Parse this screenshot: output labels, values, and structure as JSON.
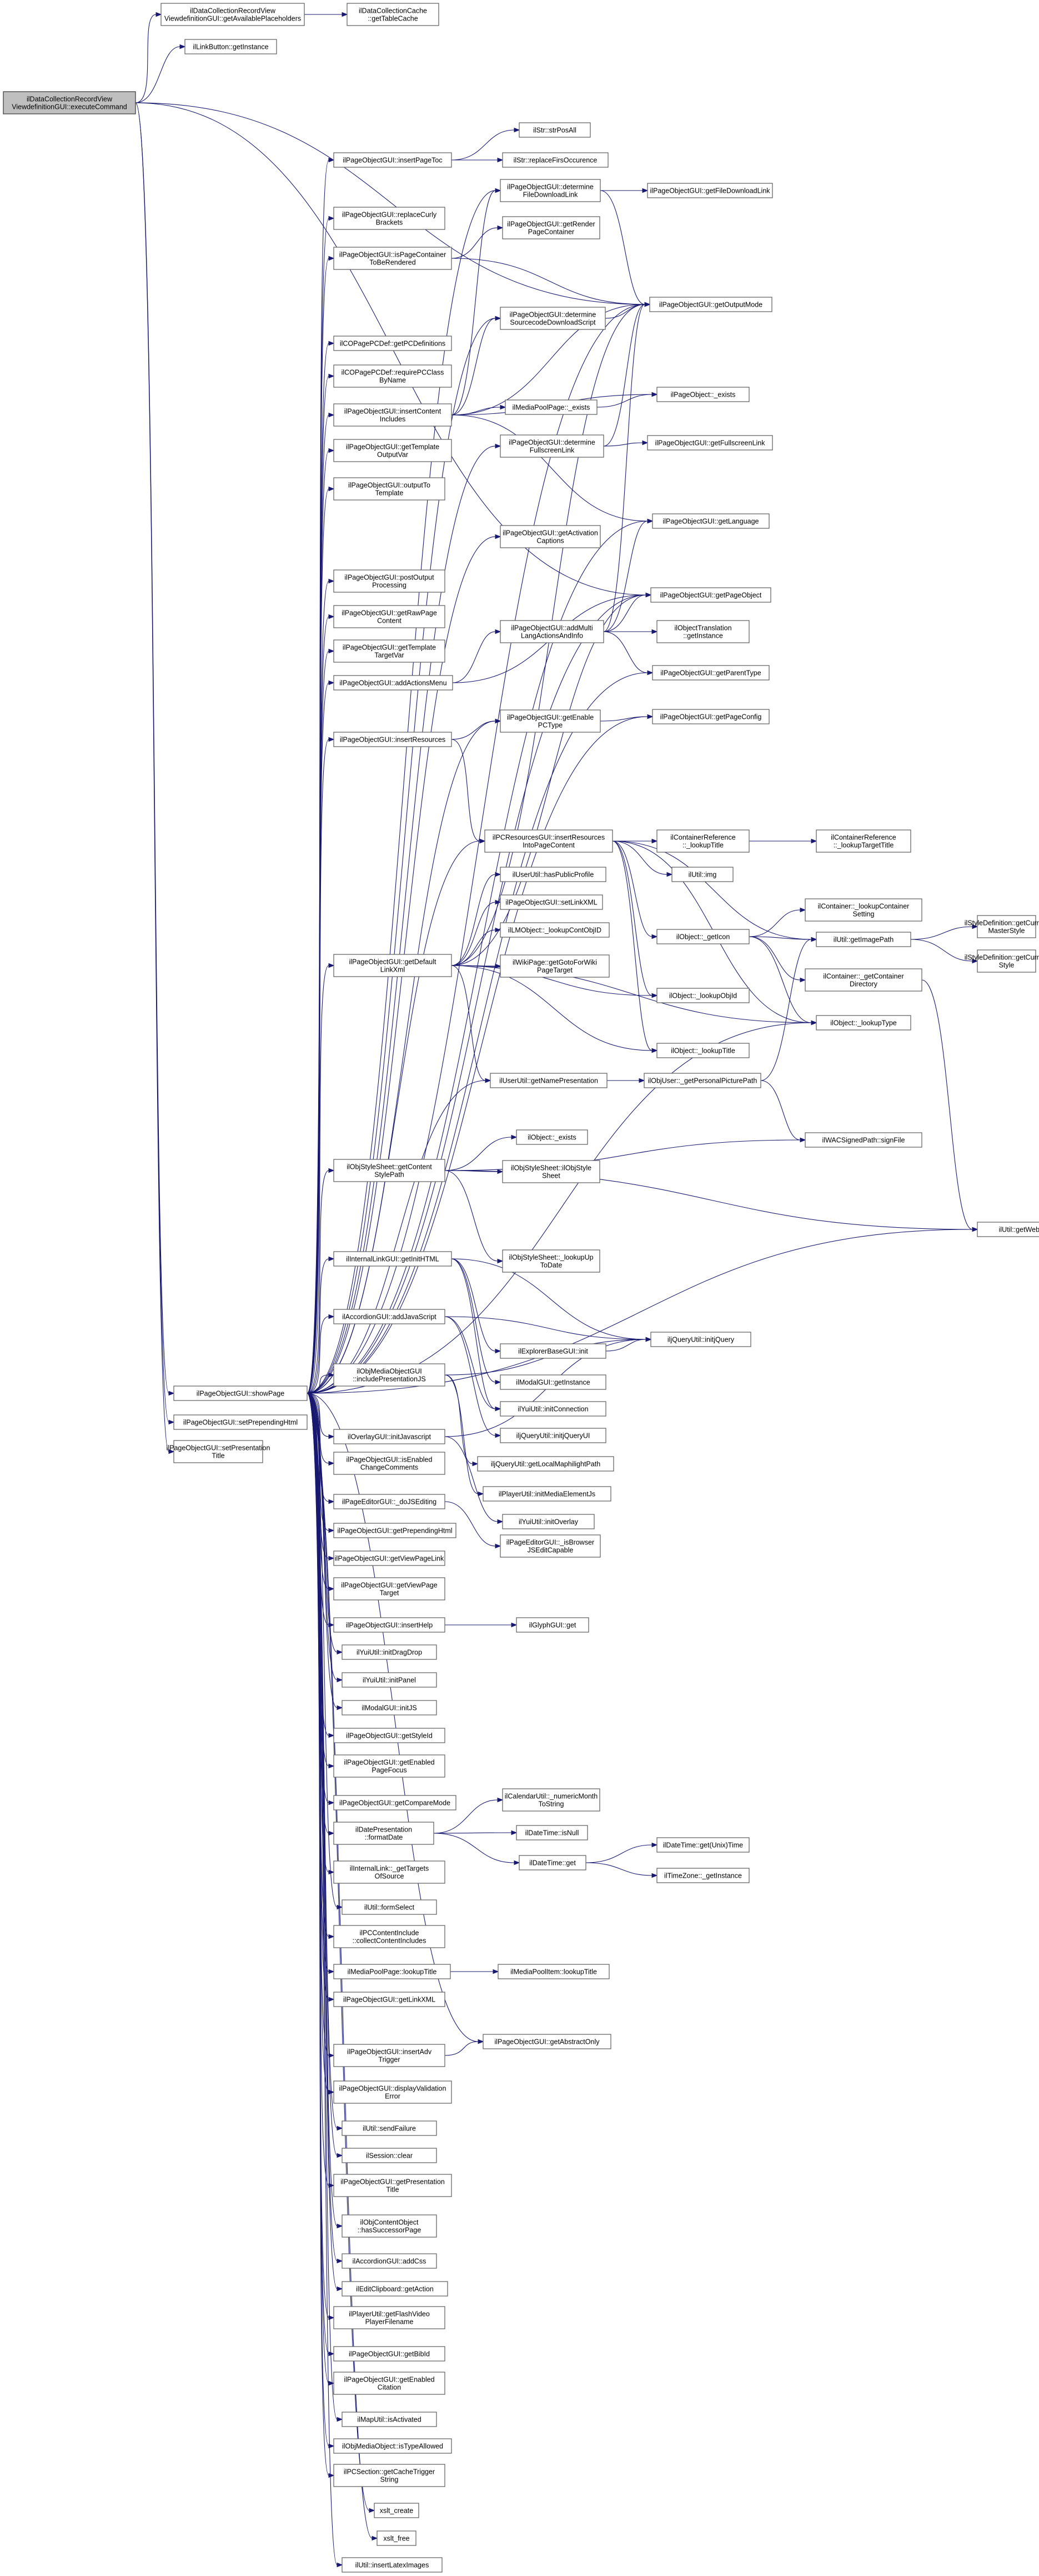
{
  "graph": {
    "edge_color": "#191970",
    "box_stroke": "#666666",
    "root_fill": "#bfbfbf",
    "nodes": [
      {
        "id": "root",
        "lines": [
          "ilDataCollectionRecordView",
          "ViewdefinitionGUI::executeCommand"
        ],
        "root": true
      },
      {
        "id": "dcRecordViewAvail",
        "lines": [
          "ilDataCollectionRecordView",
          "ViewdefinitionGUI::getAvailablePlaceholders"
        ]
      },
      {
        "id": "dcCacheTable",
        "lines": [
          "ilDataCollectionCache",
          "::getTableCache"
        ]
      },
      {
        "id": "linkButtonInstance",
        "lines": [
          "ilLinkButton::getInstance"
        ]
      },
      {
        "id": "showPage",
        "lines": [
          "ilPageObjectGUI::showPage"
        ]
      },
      {
        "id": "setPrependingHtml",
        "lines": [
          "ilPageObjectGUI::setPrependingHtml"
        ]
      },
      {
        "id": "setPresentationTitle",
        "lines": [
          "ilPageObjectGUI::setPresentation",
          "Title"
        ]
      },
      {
        "id": "insertPageToc",
        "lines": [
          "ilPageObjectGUI::insertPageToc"
        ]
      },
      {
        "id": "strPosAll",
        "lines": [
          "ilStr::strPosAll"
        ]
      },
      {
        "id": "strReplaceFirst",
        "lines": [
          "ilStr::replaceFirsOccurence"
        ]
      },
      {
        "id": "determineFileDL",
        "lines": [
          "ilPageObjectGUI::determine",
          "FileDownloadLink"
        ]
      },
      {
        "id": "getFileDL",
        "lines": [
          "ilPageObjectGUI::getFileDownloadLink"
        ]
      },
      {
        "id": "replaceCurly",
        "lines": [
          "ilPageObjectGUI::replaceCurly",
          "Brackets"
        ]
      },
      {
        "id": "getRenderPageContainer",
        "lines": [
          "ilPageObjectGUI::getRender",
          "PageContainer"
        ]
      },
      {
        "id": "isPageContainer",
        "lines": [
          "ilPageObjectGUI::isPageContainer",
          "ToBeRendered"
        ]
      },
      {
        "id": "getOutputMode",
        "lines": [
          "ilPageObjectGUI::getOutputMode"
        ]
      },
      {
        "id": "determineSourcecode",
        "lines": [
          "ilPageObjectGUI::determine",
          "SourcecodeDownloadScript"
        ]
      },
      {
        "id": "getPCDefinitions",
        "lines": [
          "ilCOPagePCDef::getPCDefinitions"
        ]
      },
      {
        "id": "requirePCClass",
        "lines": [
          "ilCOPagePCDef::requirePCClass",
          "ByName"
        ]
      },
      {
        "id": "insertContentIncludes",
        "lines": [
          "ilPageObjectGUI::insertContent",
          "Includes"
        ]
      },
      {
        "id": "mediaPoolExists",
        "lines": [
          "ilMediaPoolPage::_exists"
        ]
      },
      {
        "id": "pageObjExists",
        "lines": [
          "ilPageObject::_exists"
        ]
      },
      {
        "id": "determineFullscreen",
        "lines": [
          "ilPageObjectGUI::determine",
          "FullscreenLink"
        ]
      },
      {
        "id": "getFullscreenLink",
        "lines": [
          "ilPageObjectGUI::getFullscreenLink"
        ]
      },
      {
        "id": "getTemplateOutputVar",
        "lines": [
          "ilPageObjectGUI::getTemplate",
          "OutputVar"
        ]
      },
      {
        "id": "outputToTemplate",
        "lines": [
          "ilPageObjectGUI::outputTo",
          "Template"
        ]
      },
      {
        "id": "getLanguage",
        "lines": [
          "ilPageObjectGUI::getLanguage"
        ]
      },
      {
        "id": "getActivationCaptions",
        "lines": [
          "ilPageObjectGUI::getActivation",
          "Captions"
        ]
      },
      {
        "id": "postOutputProcessing",
        "lines": [
          "ilPageObjectGUI::postOutput",
          "Processing"
        ]
      },
      {
        "id": "getPageObject",
        "lines": [
          "ilPageObjectGUI::getPageObject"
        ]
      },
      {
        "id": "getRawPageContent",
        "lines": [
          "ilPageObjectGUI::getRawPage",
          "Content"
        ]
      },
      {
        "id": "addMultiLang",
        "lines": [
          "ilPageObjectGUI::addMulti",
          "LangActionsAndInfo"
        ]
      },
      {
        "id": "translationInstance",
        "lines": [
          "ilObjectTranslation",
          "::getInstance"
        ]
      },
      {
        "id": "getTemplateTargetVar",
        "lines": [
          "ilPageObjectGUI::getTemplate",
          "TargetVar"
        ]
      },
      {
        "id": "getParentType",
        "lines": [
          "ilPageObjectGUI::getParentType"
        ]
      },
      {
        "id": "addActionsMenu",
        "lines": [
          "ilPageObjectGUI::addActionsMenu"
        ]
      },
      {
        "id": "getEnablePCType",
        "lines": [
          "ilPageObjectGUI::getEnable",
          "PCType"
        ]
      },
      {
        "id": "getPageConfig",
        "lines": [
          "ilPageObjectGUI::getPageConfig"
        ]
      },
      {
        "id": "insertResources",
        "lines": [
          "ilPageObjectGUI::insertResources"
        ]
      },
      {
        "id": "pcResourcesInsert",
        "lines": [
          "ilPCResourcesGUI::insertResources",
          "IntoPageContent"
        ]
      },
      {
        "id": "containerRefLookup",
        "lines": [
          "ilContainerReference",
          "::_lookupTitle"
        ]
      },
      {
        "id": "containerRefLookupTarget",
        "lines": [
          "ilContainerReference",
          "::_lookupTargetTitle"
        ]
      },
      {
        "id": "utilImg",
        "lines": [
          "ilUtil::img"
        ]
      },
      {
        "id": "userHasPublicProfile",
        "lines": [
          "ilUserUtil::hasPublicProfile"
        ]
      },
      {
        "id": "setLinkXML",
        "lines": [
          "ilPageObjectGUI::setLinkXML"
        ]
      },
      {
        "id": "containerLookupSetting",
        "lines": [
          "ilContainer::_lookupContainer",
          "Setting"
        ]
      },
      {
        "id": "styleDefMasterStyle",
        "lines": [
          "ilStyleDefinition::getCurrent",
          "MasterStyle"
        ]
      },
      {
        "id": "objectGetIcon",
        "lines": [
          "ilObject::_getIcon"
        ]
      },
      {
        "id": "lmObjectLookup",
        "lines": [
          "ilLMObject::_lookupContObjID"
        ]
      },
      {
        "id": "utilGetImagePath",
        "lines": [
          "ilUtil::getImagePath"
        ]
      },
      {
        "id": "styleDefCurrentStyle",
        "lines": [
          "ilStyleDefinition::getCurrent",
          "Style"
        ]
      },
      {
        "id": "getDefaultLinkXml",
        "lines": [
          "ilPageObjectGUI::getDefault",
          "LinkXml"
        ]
      },
      {
        "id": "wikiGotoForWiki",
        "lines": [
          "ilWikiPage::getGotoForWiki",
          "PageTarget"
        ]
      },
      {
        "id": "containerGetDir",
        "lines": [
          "ilContainer::_getContainer",
          "Directory"
        ]
      },
      {
        "id": "objectLookupObjId",
        "lines": [
          "ilObject::_lookupObjId"
        ]
      },
      {
        "id": "objectLookupType",
        "lines": [
          "ilObject::_lookupType"
        ]
      },
      {
        "id": "objectLookupTitle",
        "lines": [
          "ilObject::_lookupTitle"
        ]
      },
      {
        "id": "userNamePresentation",
        "lines": [
          "ilUserUtil::getNamePresentation"
        ]
      },
      {
        "id": "personalPicturePath",
        "lines": [
          "ilObjUser::_getPersonalPicturePath"
        ]
      },
      {
        "id": "wacSignPath",
        "lines": [
          "ilWACSignedPath::signFile"
        ]
      },
      {
        "id": "objectExists",
        "lines": [
          "ilObject::_exists"
        ]
      },
      {
        "id": "styleSheetContentPath",
        "lines": [
          "ilObjStyleSheet::getContent",
          "StylePath"
        ]
      },
      {
        "id": "styleSheetInstance",
        "lines": [
          "ilObjStyleSheet::ilObjStyle",
          "Sheet"
        ]
      },
      {
        "id": "utilWebspaceDir",
        "lines": [
          "ilUtil::getWebspaceDir"
        ]
      },
      {
        "id": "styleSheetLookupUpToDate",
        "lines": [
          "ilObjStyleSheet::_lookupUp",
          "ToDate"
        ]
      },
      {
        "id": "internalLinkInitHTML",
        "lines": [
          "ilInternalLinkGUI::getInitHTML"
        ]
      },
      {
        "id": "explorerBaseInit",
        "lines": [
          "ilExplorerBaseGUI::init"
        ]
      },
      {
        "id": "jQueryInit",
        "lines": [
          "iljQueryUtil::initjQuery"
        ]
      },
      {
        "id": "accordionAddJs",
        "lines": [
          "ilAccordionGUI::addJavaScript"
        ]
      },
      {
        "id": "modalInstance",
        "lines": [
          "ilModalGUI::getInstance"
        ]
      },
      {
        "id": "mediaIncludePresJS",
        "lines": [
          "ilObjMediaObjectGUI",
          "::includePresentationJS"
        ]
      },
      {
        "id": "yuiInitConnection",
        "lines": [
          "ilYuiUtil::initConnection"
        ]
      },
      {
        "id": "jQueryInitUI",
        "lines": [
          "iljQueryUtil::initjQueryUI"
        ]
      },
      {
        "id": "overlayInitJs",
        "lines": [
          "ilOverlayGUI::initJavascript"
        ]
      },
      {
        "id": "jQueryMaphilight",
        "lines": [
          "iljQueryUtil::getLocalMaphilightPath"
        ]
      },
      {
        "id": "isEnabledChangeComments",
        "lines": [
          "ilPageObjectGUI::isEnabled",
          "ChangeComments"
        ]
      },
      {
        "id": "playerInitMedia",
        "lines": [
          "ilPlayerUtil::initMediaElementJs"
        ]
      },
      {
        "id": "editorDoJSEditing",
        "lines": [
          "ilPageEditorGUI::_doJSEditing"
        ]
      },
      {
        "id": "yuiInitOverlay",
        "lines": [
          "ilYuiUtil::initOverlay"
        ]
      },
      {
        "id": "getPrependingHtml",
        "lines": [
          "ilPageObjectGUI::getPrependingHtml"
        ]
      },
      {
        "id": "editorBrowserCapable",
        "lines": [
          "ilPageEditorGUI::_isBrowser",
          "JSEditCapable"
        ]
      },
      {
        "id": "getViewPageLink",
        "lines": [
          "ilPageObjectGUI::getViewPageLink"
        ]
      },
      {
        "id": "getViewPageTarget",
        "lines": [
          "ilPageObjectGUI::getViewPage",
          "Target"
        ]
      },
      {
        "id": "insertHelp",
        "lines": [
          "ilPageObjectGUI::insertHelp"
        ]
      },
      {
        "id": "glyphGet",
        "lines": [
          "ilGlyphGUI::get"
        ]
      },
      {
        "id": "yuiInitDragDrop",
        "lines": [
          "ilYuiUtil::initDragDrop"
        ]
      },
      {
        "id": "yuiInitPanel",
        "lines": [
          "ilYuiUtil::initPanel"
        ]
      },
      {
        "id": "modalInitJS",
        "lines": [
          "ilModalGUI::initJS"
        ]
      },
      {
        "id": "getStyleId",
        "lines": [
          "ilPageObjectGUI::getStyleId"
        ]
      },
      {
        "id": "getEnabledPageFocus",
        "lines": [
          "ilPageObjectGUI::getEnabled",
          "PageFocus"
        ]
      },
      {
        "id": "getCompareMode",
        "lines": [
          "ilPageObjectGUI::getCompareMode"
        ]
      },
      {
        "id": "calendarNumericMonth",
        "lines": [
          "ilCalendarUtil::_numericMonth",
          "ToString"
        ]
      },
      {
        "id": "datePresFormat",
        "lines": [
          "ilDatePresentation",
          "::formatDate"
        ]
      },
      {
        "id": "dateTimeIsNull",
        "lines": [
          "ilDateTime::isNull"
        ]
      },
      {
        "id": "dateTimeGetUnix",
        "lines": [
          "ilDateTime::get(Unix)Time"
        ]
      },
      {
        "id": "dateTimeGet",
        "lines": [
          "ilDateTime::get"
        ]
      },
      {
        "id": "timeZoneInstance",
        "lines": [
          "ilTimeZone::_getInstance"
        ]
      },
      {
        "id": "internalLinkTargets",
        "lines": [
          "ilInternalLink::_getTargets",
          "OfSource"
        ]
      },
      {
        "id": "utilFormSelect",
        "lines": [
          "ilUtil::formSelect"
        ]
      },
      {
        "id": "pcContentInclude",
        "lines": [
          "ilPCContentInclude",
          "::collectContentIncludes"
        ]
      },
      {
        "id": "mediaPoolLookupTitle",
        "lines": [
          "ilMediaPoolPage::lookupTitle"
        ]
      },
      {
        "id": "mediaPoolItemLookupTitle",
        "lines": [
          "ilMediaPoolItem::lookupTitle"
        ]
      },
      {
        "id": "getLinkXML",
        "lines": [
          "ilPageObjectGUI::getLinkXML"
        ]
      },
      {
        "id": "insertAdvTrigger",
        "lines": [
          "ilPageObjectGUI::insertAdv",
          "Trigger"
        ]
      },
      {
        "id": "getAbstractOnly",
        "lines": [
          "ilPageObjectGUI::getAbstractOnly"
        ]
      },
      {
        "id": "displayValidationError",
        "lines": [
          "ilPageObjectGUI::displayValidation",
          "Error"
        ]
      },
      {
        "id": "utilSendFailure",
        "lines": [
          "ilUtil::sendFailure"
        ]
      },
      {
        "id": "sessionClear",
        "lines": [
          "ilSession::clear"
        ]
      },
      {
        "id": "getPresentationTitle",
        "lines": [
          "ilPageObjectGUI::getPresentation",
          "Title"
        ]
      },
      {
        "id": "hasSuccessorPage",
        "lines": [
          "ilObjContentObject",
          "::hasSuccessorPage"
        ]
      },
      {
        "id": "accordionAddCss",
        "lines": [
          "ilAccordionGUI::addCss"
        ]
      },
      {
        "id": "clipboardGetAction",
        "lines": [
          "ilEditClipboard::getAction"
        ]
      },
      {
        "id": "playerFlashVideo",
        "lines": [
          "ilPlayerUtil::getFlashVideo",
          "PlayerFilename"
        ]
      },
      {
        "id": "getBibId",
        "lines": [
          "ilPageObjectGUI::getBibId"
        ]
      },
      {
        "id": "getEnabledCitation",
        "lines": [
          "ilPageObjectGUI::getEnabled",
          "Citation"
        ]
      },
      {
        "id": "mapUtilIsActivated",
        "lines": [
          "ilMapUtil::isActivated"
        ]
      },
      {
        "id": "mediaIsTypeAllowed",
        "lines": [
          "ilObjMediaObject::isTypeAllowed"
        ]
      },
      {
        "id": "pcSectionCacheTrigger",
        "lines": [
          "ilPCSection::getCacheTrigger",
          "String"
        ]
      },
      {
        "id": "xsltCreate",
        "lines": [
          "xslt_create"
        ]
      },
      {
        "id": "xsltFree",
        "lines": [
          "xslt_free"
        ]
      },
      {
        "id": "insertLatexImages",
        "lines": [
          "ilUtil::insertLatexImages"
        ]
      }
    ]
  }
}
